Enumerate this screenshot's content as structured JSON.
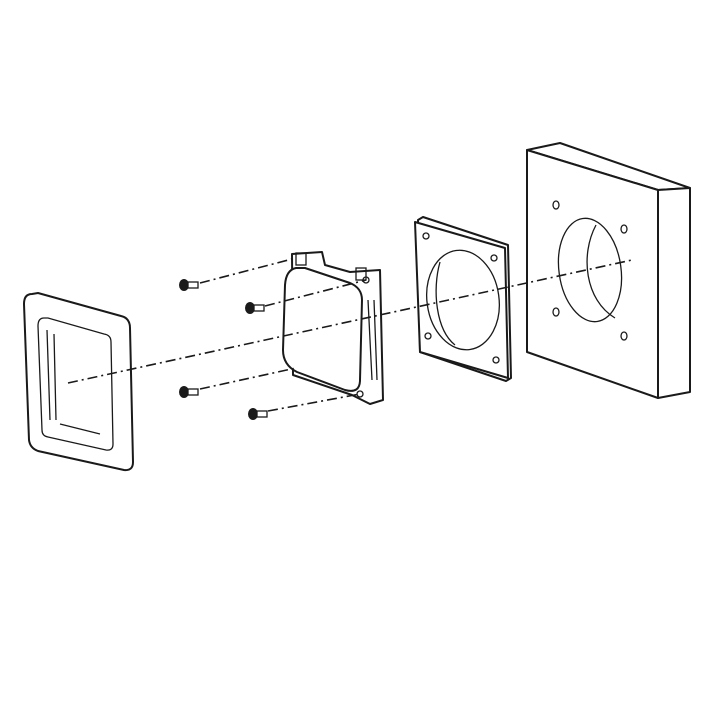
{
  "diagram": {
    "type": "exploded-assembly-view",
    "parts": [
      "cover-frame",
      "screws",
      "device-module",
      "gasket-plate",
      "wall-panel"
    ],
    "colors": {
      "line": "#1a1a1a",
      "background": "#ffffff"
    }
  }
}
